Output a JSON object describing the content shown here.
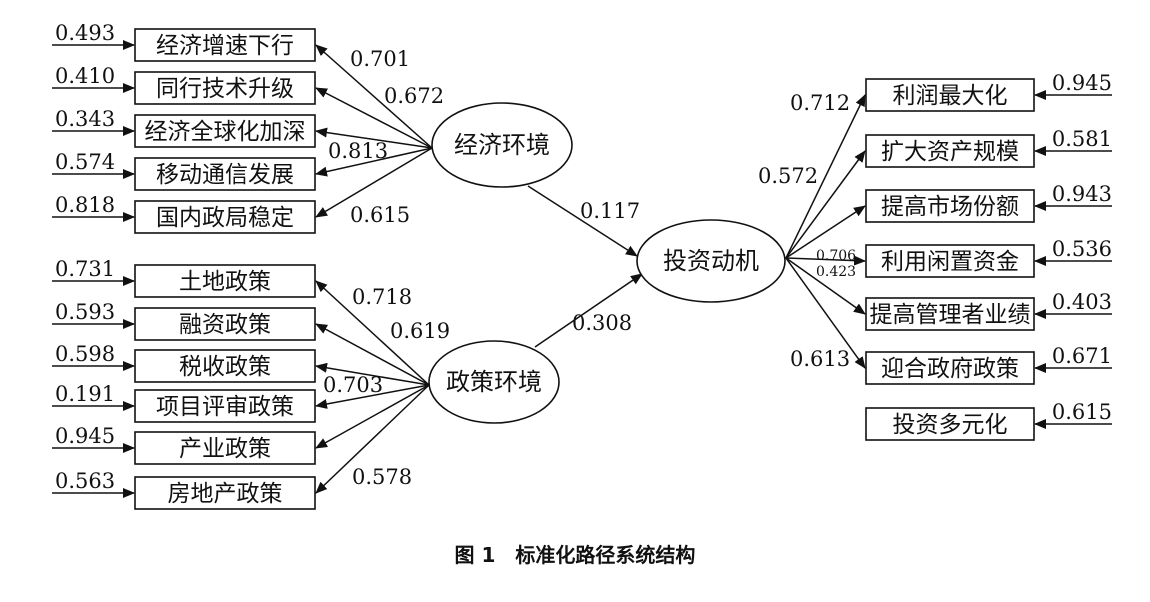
{
  "nodes": {
    "economic": "经济环境",
    "policy": "政策环境",
    "motive": "投资动机"
  },
  "path_coefficients": {
    "economic_to_motive": "0.117",
    "policy_to_motive": "0.308"
  },
  "economic_indicators": [
    {
      "label": "经济增速下行",
      "error": "0.493",
      "loading": "0.701"
    },
    {
      "label": "同行技术升级",
      "error": "0.410",
      "loading": "0.672"
    },
    {
      "label": "经济全球化加深",
      "error": "0.343",
      "loading": ""
    },
    {
      "label": "移动通信发展",
      "error": "0.574",
      "loading": "0.813"
    },
    {
      "label": "国内政局稳定",
      "error": "0.818",
      "loading": "0.615"
    }
  ],
  "policy_indicators": [
    {
      "label": "土地政策",
      "error": "0.731",
      "loading": "0.718"
    },
    {
      "label": "融资政策",
      "error": "0.593",
      "loading": "0.619"
    },
    {
      "label": "税收政策",
      "error": "0.598",
      "loading": ""
    },
    {
      "label": "项目评审政策",
      "error": "0.191",
      "loading": "0.703"
    },
    {
      "label": "产业政策",
      "error": "0.945",
      "loading": ""
    },
    {
      "label": "房地产政策",
      "error": "0.563",
      "loading": "0.578"
    }
  ],
  "motive_indicators": [
    {
      "label": "利润最大化",
      "error": "0.945",
      "loading": "0.712"
    },
    {
      "label": "扩大资产规模",
      "error": "0.581",
      "loading": "0.572"
    },
    {
      "label": "提高市场份额",
      "error": "0.943",
      "loading": ""
    },
    {
      "label": "利用闲置资金",
      "error": "0.536",
      "loading": "0.706"
    },
    {
      "label": "提高管理者业绩",
      "error": "0.403",
      "loading": "0.423"
    },
    {
      "label": "迎合政府政策",
      "error": "0.671",
      "loading": "0.613"
    },
    {
      "label": "投资多元化",
      "error": "0.615",
      "loading": ""
    }
  ],
  "caption": "图 1　标准化路径系统结构"
}
